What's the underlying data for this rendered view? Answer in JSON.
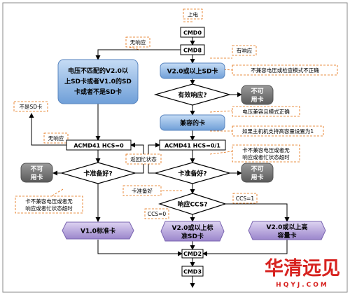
{
  "nodes": {
    "power_on": "上电",
    "cmd0": "CMD0",
    "cmd8": "CMD8",
    "no_response": "无响应",
    "has_response": "有响应",
    "v1_box_l1": "电压不匹配的V2.0以",
    "v1_box_l2": "上SD卡或者V1.0的SD",
    "v1_box_l3": "卡或者不是SD卡",
    "v2_box": "V2.0或以上SD卡",
    "note_incompatible": "不兼容电压或检查模式不正确",
    "valid_response": "有效响应?",
    "unusable_card": "不可",
    "unusable_card2": "用卡",
    "not_sd_card": "不是SD卡",
    "voltage_ok_note": "电压兼容且模式正确",
    "compatible_card": "兼容的卡",
    "hcs_note": "如果主机机支持高容量设置为1",
    "no_response2": "无响应",
    "acmd41_left": "ACMD41 HCS=0",
    "acmd41_right": "ACMD41 HCS=0/1",
    "busy_back": "返回忙状态",
    "busy_note_r1": "卡不兼容电压或者无",
    "busy_note_r2": "响应或者忙状态超时",
    "card_ready_left": "卡准备好?",
    "card_ready_right": "卡准备好?",
    "card_ready_note": "卡准备好",
    "busy_note_l1": "卡不兼容电压或者无",
    "busy_note_l2": "响应或者忙状态超时",
    "response_ccs": "响应CCS?",
    "ccs0": "CCS=0",
    "ccs1": "CCS=1",
    "v1_std": "V1.0标准卡",
    "v2_std_l1": "V2.0或以上标",
    "v2_std_l2": "准SD卡",
    "v2_hc_l1": "V2.0或以上高",
    "v2_hc_l2": "容量卡",
    "cmd2": "CMD2",
    "cmd3": "CMD3"
  },
  "watermark": {
    "brand": "华清远见",
    "domain": "HQYJ.COM"
  },
  "colors": {
    "blue_fill": "#8fb4e3",
    "purple_fill": "#b4a2d8",
    "gray_fill": "#7f7f7f",
    "orange_note": "#e46c0a",
    "watermark_red": "#d7221f"
  }
}
